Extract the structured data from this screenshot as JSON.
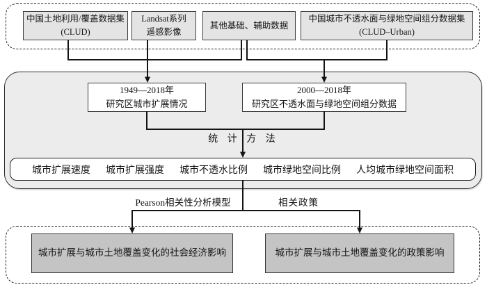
{
  "diagram": {
    "sources": [
      {
        "line1": "中国土地利用/覆盖数据集",
        "line2": "(CLUD)"
      },
      {
        "line1": "Landsat系列",
        "line2": "遥感影像"
      },
      {
        "line1": "其他基础、辅助数据",
        "line2": ""
      },
      {
        "line1": "中国城市不透水面与绿地空间组分数据集",
        "line2": "(CLUD–Urban)"
      }
    ],
    "derived": [
      {
        "line1": "1949—2018年",
        "line2": "研究区城市扩展情况"
      },
      {
        "line1": "2000—2018年",
        "line2": "研究区不透水面与绿地空间组分数据"
      }
    ],
    "method_label": "统 计 方 法",
    "metrics": [
      "城市扩展速度",
      "城市扩展强度",
      "城市不透水比例",
      "城市绿地空间比例",
      "人均城市绿地空间面积"
    ],
    "analysis": {
      "left_label": "Pearson相关性分析模型",
      "right_label": "相关政策"
    },
    "outcomes": [
      "城市扩展与城市土地覆盖变化的社会经济影响",
      "城市扩展与城市土地覆盖变化的政策影响"
    ],
    "colors": {
      "source_box_fill": "#e4e4e4",
      "panel_fill": "#ececec",
      "outcome_box_fill": "#c4c4c4",
      "box_fill_white": "#ffffff",
      "line": "#141414"
    }
  }
}
